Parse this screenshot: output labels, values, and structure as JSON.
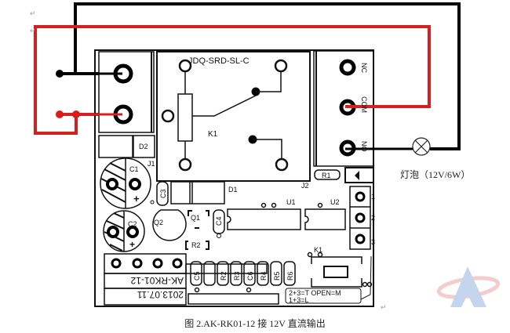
{
  "colors": {
    "red_wire": "#d42020",
    "black_wire": "#000000",
    "pcb_line": "#111111",
    "paragraph_mark": "#999999",
    "logo_blue": "#b9d0ea",
    "logo_red": "#f2c4c4"
  },
  "paragraph_mark": "↵",
  "relay": {
    "model": "JDQ-SRD-SL-C",
    "ref": "K1"
  },
  "output_terminal": {
    "labels": [
      "NC",
      "COM",
      "NO"
    ]
  },
  "board": {
    "model_silkscreen": "AK-RK01-12",
    "date_silkscreen": "2013.07.11",
    "mode_note_line1": "2+3=T  OPEN=M",
    "mode_note_line2": "1+3=L"
  },
  "components": {
    "J1": "J1",
    "J2": "J2",
    "D1": "D1",
    "D2": "D2",
    "C1": "C1",
    "C2": "C2",
    "C3": "C3",
    "C4": "C4",
    "C5": "C5",
    "C6": "C6",
    "Q1": "Q1",
    "Q2": "Q2",
    "R1": "R1",
    "R2": "R2",
    "R2b": "R2",
    "R3": "R3",
    "R4": "R4",
    "R5": "R5",
    "R6": "R6",
    "U1": "U1",
    "U2": "U2",
    "K1b": "K1",
    "plus": "+",
    "minus": "-",
    "jumper_pins": [
      "1",
      "2",
      "3"
    ]
  },
  "lamp": {
    "label": "灯泡（12V/6W）"
  },
  "caption": "图 2.AK-RK01-12 接 12V 直流输出"
}
